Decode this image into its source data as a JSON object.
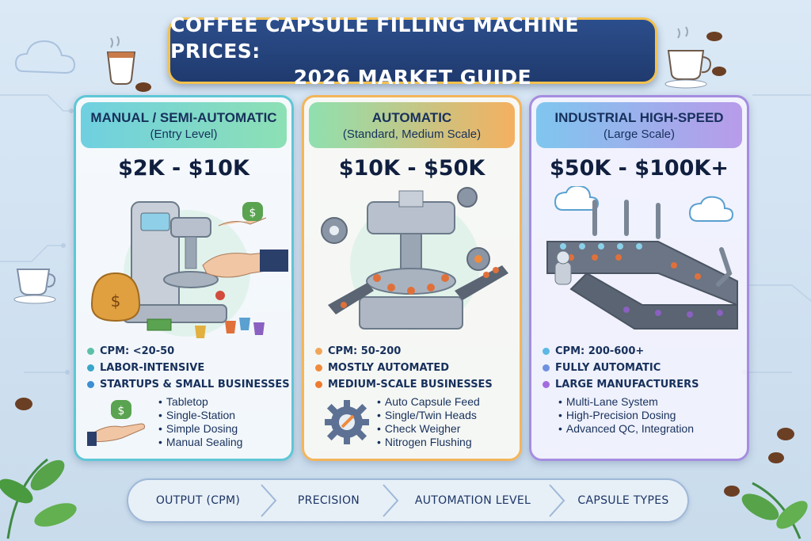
{
  "title": {
    "line1": "COFFEE CAPSULE FILLING MACHINE PRICES:",
    "line2": "2026 MARKET GUIDE"
  },
  "cards": [
    {
      "heading": "MANUAL / SEMI-AUTOMATIC",
      "subheading": "(Entry Level)",
      "price": "$2K - $10K",
      "bullets": [
        "CPM: <20-50",
        "LABOR-INTENSIVE",
        "STARTUPS & SMALL BUSINESSES"
      ],
      "bullet_colors": [
        "#5cc0a8",
        "#3aa6c9",
        "#3b8fd4"
      ],
      "features": [
        "Tabletop",
        "Single-Station",
        "Simple Dosing",
        "Manual Sealing"
      ],
      "feature_icon": "money-hand-icon"
    },
    {
      "heading": "AUTOMATIC",
      "subheading": "(Standard, Medium Scale)",
      "price": "$10K - $50K",
      "bullets": [
        "CPM: 50-200",
        "MOSTLY AUTOMATED",
        "MEDIUM-SCALE BUSINESSES"
      ],
      "bullet_colors": [
        "#f2a65a",
        "#f08a3c",
        "#ee7b2f"
      ],
      "features": [
        "Auto Capsule Feed",
        "Single/Twin Heads",
        "Check Weigher",
        "Nitrogen Flushing"
      ],
      "feature_icon": "gear-icon"
    },
    {
      "heading": "INDUSTRIAL HIGH-SPEED",
      "subheading": "(Large Scale)",
      "price": "$50K - $100K+",
      "bullets": [
        "CPM: 200-600+",
        "FULLY AUTOMATIC",
        "LARGE MANUFACTURERS"
      ],
      "bullet_colors": [
        "#5cb8e6",
        "#6f8fe0",
        "#a46be0"
      ],
      "features": [
        "Multi-Lane System",
        "High-Precision Dosing",
        "Advanced QC, Integration"
      ],
      "feature_icon": ""
    }
  ],
  "bottom_steps": [
    "OUTPUT (CPM)",
    "PRECISION",
    "AUTOMATION LEVEL",
    "CAPSULE TYPES"
  ],
  "colors": {
    "title_bg": "#1f3a6e",
    "title_border": "#f2c14e",
    "card1_accent": "#5ec7d6",
    "card2_accent": "#f4b55a",
    "card3_accent": "#a58de0"
  }
}
